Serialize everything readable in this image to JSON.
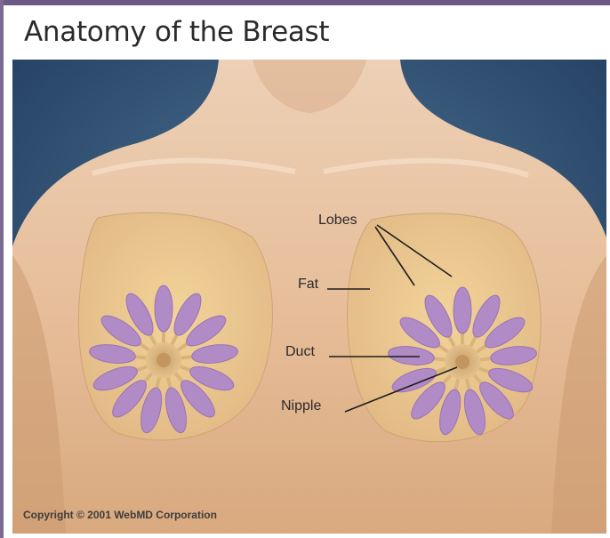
{
  "title": "Anatomy of the Breast",
  "labels": {
    "lobes": "Lobes",
    "fat": "Fat",
    "duct": "Duct",
    "nipple": "Nipple"
  },
  "copyright": "Copyright © 2001 WebMD Corporation",
  "colors": {
    "background": "#2d4d6e",
    "skin": "#e7c09a",
    "fat": "#ecc98e",
    "lobe": "#b08bc6",
    "duct": "#d9b47a",
    "frame_accent": "#6b5a86"
  }
}
